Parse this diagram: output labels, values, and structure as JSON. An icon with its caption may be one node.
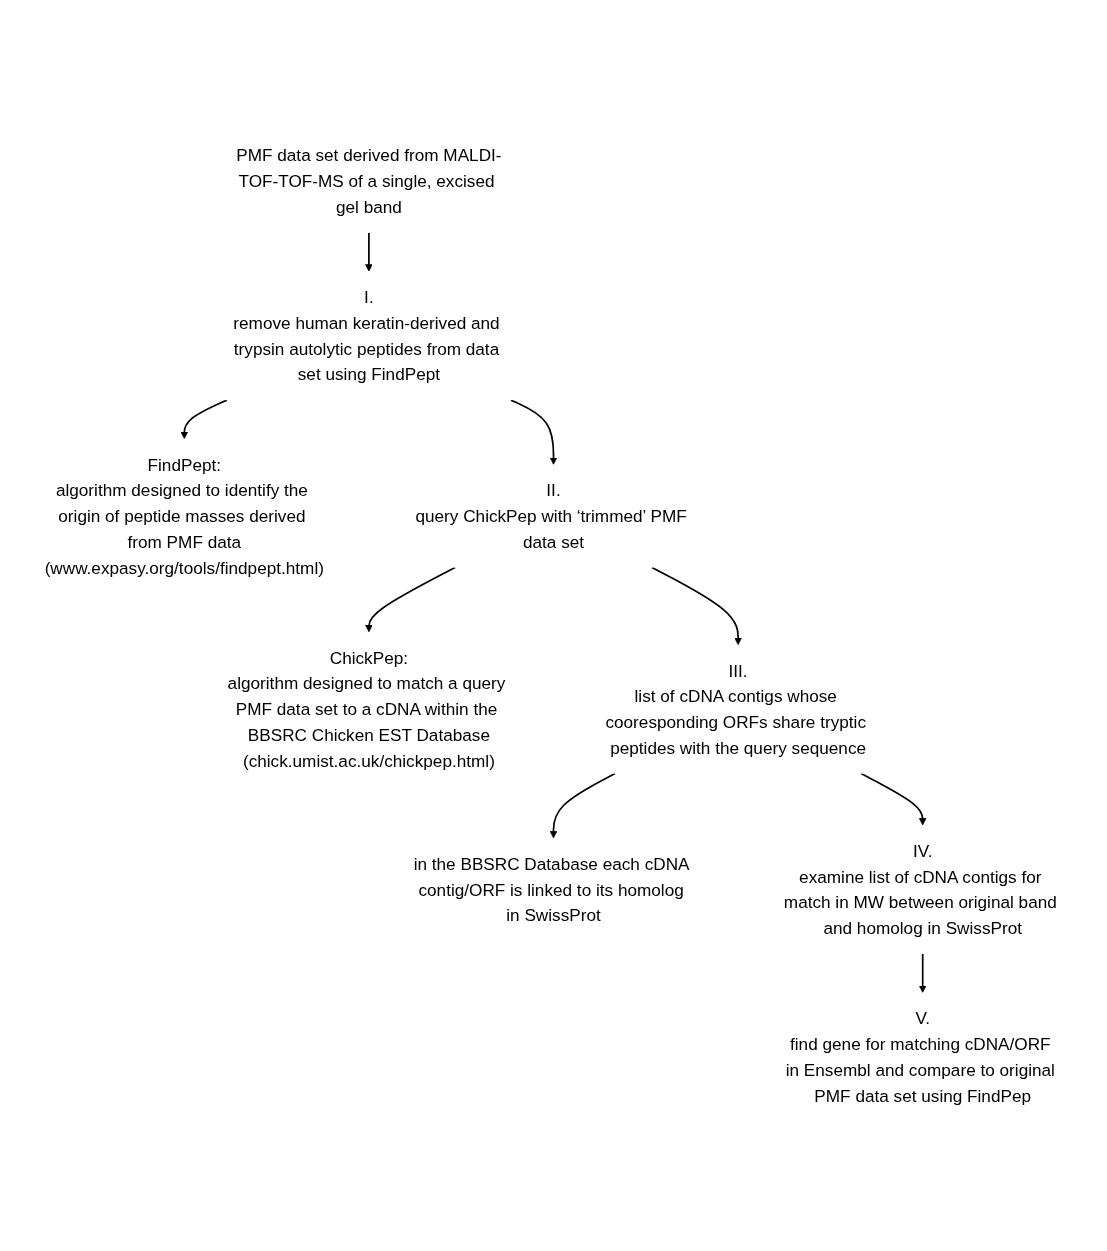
{
  "diagram": {
    "nodes": [
      {
        "text": [
          "PMF data set derived from MALDI-TOF-TOF-MS of a single, excised gel band"
        ]
      },
      {
        "text": [
          "I.",
          "remove human keratin-derived and trypsin autolytic peptides from data set using FindPept"
        ]
      },
      {
        "text": [
          "FindPept:",
          "algorithm designed to identify the origin of peptide masses derived from PMF data",
          "(www.expasy.org/tools/findpept.html)"
        ]
      },
      {
        "text": [
          "II.",
          "query ChickPep with ‘trimmed’ PMF data set"
        ]
      },
      {
        "text": [
          "ChickPep:",
          "algorithm designed to match a query PMF data set to a cDNA within the BBSRC Chicken EST Database",
          "(chick.umist.ac.uk/chickpep.html)"
        ]
      },
      {
        "text": [
          "III.",
          "list of cDNA contigs whose cooresponding ORFs share tryptic peptides with the query sequence"
        ]
      },
      {
        "text": [
          "in the BBSRC Database each cDNA contig/ORF is linked to its homolog in SwissProt"
        ]
      },
      {
        "text": [
          "IV.",
          "examine list of cDNA contigs for match in MW between original band and homolog in SwissProt"
        ]
      },
      {
        "text": [
          "V.",
          "find gene for matching cDNA/ORF in Ensembl and compare to original PMF data set using FindPep"
        ]
      }
    ],
    "edges": [
      {
        "from": 0,
        "to": 1,
        "arrow": "to"
      },
      {
        "from": 1,
        "to": 2,
        "arrow": "to"
      },
      {
        "from": 1,
        "to": 3,
        "arrow": "to"
      },
      {
        "from": 3,
        "to": 4,
        "arrow": "to"
      },
      {
        "from": 3,
        "to": 5,
        "arrow": "to"
      },
      {
        "from": 5,
        "to": 6,
        "arrow": "to"
      },
      {
        "from": 5,
        "to": 7,
        "arrow": "to"
      },
      {
        "from": 7,
        "to": 8,
        "arrow": "to"
      }
    ]
  }
}
